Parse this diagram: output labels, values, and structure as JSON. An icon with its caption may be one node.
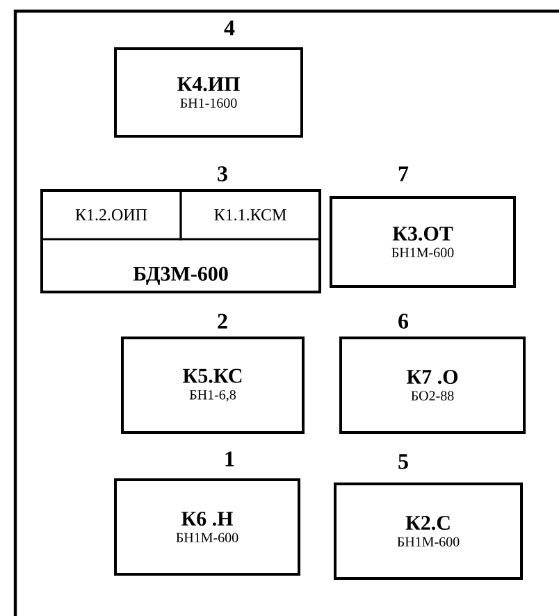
{
  "diagram": {
    "nodes": [
      {
        "text": [
          "К4.ИП",
          "БН1-1600"
        ],
        "beside": [
          "4"
        ]
      },
      {
        "text": [
          "БД3М-600"
        ],
        "beside": [
          "3"
        ]
      },
      {
        "text": [
          "К1.2.ОИП"
        ],
        "in": 1
      },
      {
        "text": [
          "К1.1.КСМ"
        ],
        "in": 1
      },
      {
        "text": [
          "К3.ОТ",
          "БН1М-600"
        ],
        "beside": [
          "7"
        ]
      },
      {
        "text": [
          "К5.КС",
          "БН1-6,8"
        ],
        "beside": [
          "2"
        ]
      },
      {
        "text": [
          "К7 .О",
          "БО2-88"
        ],
        "beside": [
          "6"
        ]
      },
      {
        "text": [
          "К6 .Н",
          "БН1М-600"
        ],
        "beside": [
          "1"
        ]
      },
      {
        "text": [
          "К2.С",
          "БН1М-600"
        ],
        "beside": [
          "5"
        ]
      }
    ]
  }
}
